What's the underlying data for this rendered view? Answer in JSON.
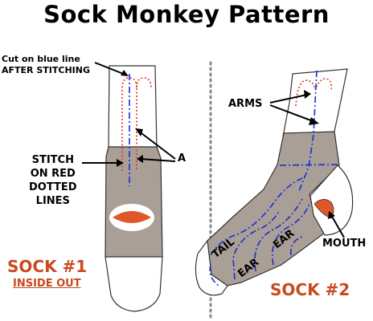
{
  "title": "Sock Monkey Pattern",
  "labels": {
    "cut_line": "Cut on blue line",
    "after_stitching": "AFTER STITCHING",
    "stitch_line1": "STITCH",
    "stitch_line2": "ON RED",
    "stitch_line3": "DOTTED",
    "stitch_line4": "LINES",
    "a": "A",
    "arms": "ARMS",
    "mouth": "MOUTH",
    "sock1": "SOCK #1",
    "inside_out": "INSIDE OUT",
    "sock2": "SOCK #2"
  },
  "segments": {
    "tail": "TAIL",
    "ear_left": "EAR",
    "ear_right": "EAR"
  },
  "colors": {
    "sock_body": "#aa9f96",
    "sock_white": "#ffffff",
    "cut_line": "#1a2fd6",
    "stitch_line": "#d63a1a",
    "accent_text": "#c84a1e",
    "mouth_fill": "#e0582a",
    "divider": "#888888"
  }
}
